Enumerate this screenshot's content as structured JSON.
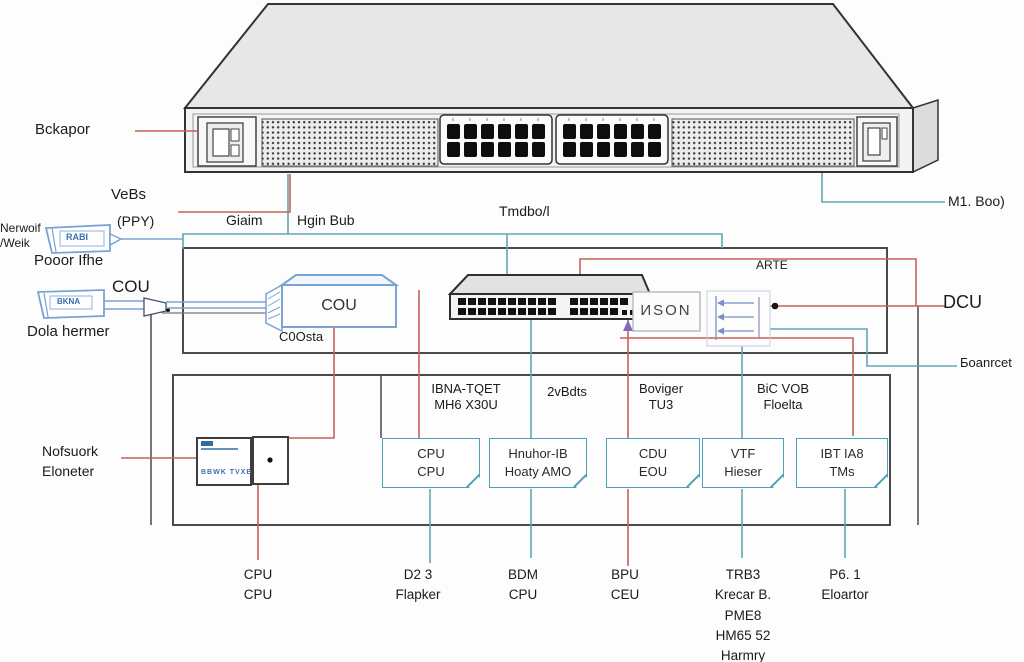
{
  "colors": {
    "wire_red": "#c4635a",
    "wire_teal": "#5fa8b4",
    "wire_blue": "#7aa3d4",
    "wire_dark": "#4a4a4a",
    "accent_purple": "#8468b8",
    "note_box_border": "#4aa3b5"
  },
  "chassis": {
    "label_left": "Bckapor",
    "label_right": "M1. Boo)"
  },
  "top_labels": {
    "vebs": "VeBs",
    "ppy": "(PPY)",
    "gain": "Giaim",
    "hub": "Hgin Bub",
    "timdbol": "Tmdbo/l"
  },
  "left_side": {
    "port_line1": "Nerwoif",
    "port_line2": "/Weik",
    "rabi_text": "RABI",
    "rabi_label": "Pooor Ifhe",
    "cou_label": "COU",
    "bkna_text": "BKNA",
    "bkna_label": "Dola hermer"
  },
  "mid_section": {
    "cou_box": "COU",
    "cou_sub": "C0Osta",
    "ngon": "ИSON",
    "arte": "ARTE"
  },
  "right_side": {
    "dcu": "DCU",
    "boanrcet": "Бoanrcet"
  },
  "bottom_section": {
    "columns": [
      {
        "l1": "IBNA-TQET",
        "l2": "MH6 X30U"
      },
      {
        "l1": "2vBdts",
        "l2": ""
      },
      {
        "l1": "Boviger",
        "l2": "TU3"
      },
      {
        "l1": "BiC VOB",
        "l2": "Floelta"
      }
    ],
    "notes": [
      {
        "l1": "CPU",
        "l2": "CPU"
      },
      {
        "l1": "Hnuhor-IB",
        "l2": "Hoaty AMO"
      },
      {
        "l1": "CDU",
        "l2": "EOU"
      },
      {
        "l1": "VTF",
        "l2": "Hieser"
      },
      {
        "l1": "IBT IA8",
        "l2": "TMs"
      }
    ],
    "device_text": "BBWK TVXB",
    "device_label_l1": "Nofsuork",
    "device_label_l2": "Eloneter"
  },
  "bottom_labels": [
    {
      "lines": [
        "CPU",
        "CPU"
      ]
    },
    {
      "lines": [
        "D2 3",
        "Flapker"
      ]
    },
    {
      "lines": [
        "BDM",
        "CPU"
      ]
    },
    {
      "lines": [
        "BPU",
        "CEU"
      ]
    },
    {
      "lines": [
        "TRB3",
        "Krecar B.",
        "PME8",
        "HM65 52",
        "Harmry"
      ]
    },
    {
      "lines": [
        "P6. 1",
        "Eloartor"
      ]
    }
  ]
}
